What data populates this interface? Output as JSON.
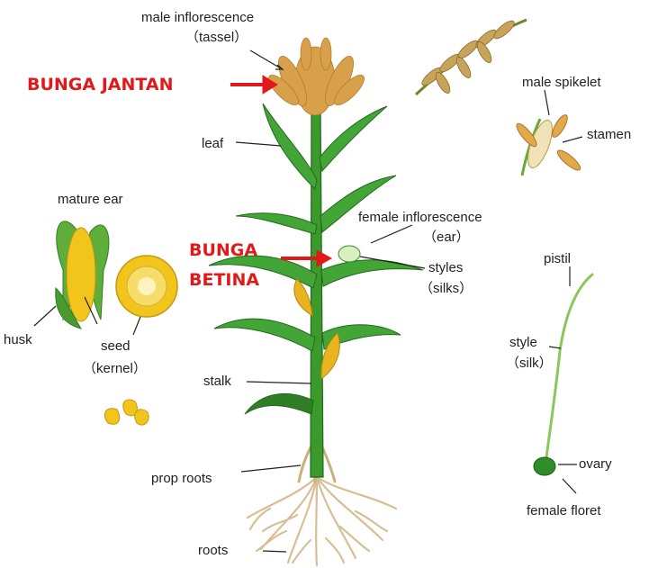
{
  "labels": {
    "male_inflorescence": "male inflorescence",
    "tassel": "（tassel）",
    "bunga_jantan": "BUNGA JANTAN",
    "leaf": "leaf",
    "male_spikelet": "male spikelet",
    "stamen": "stamen",
    "mature_ear": "mature ear",
    "female_inflorescence": "female inflorescence",
    "ear": "（ear）",
    "bunga": "BUNGA",
    "betina": "BETINA",
    "styles": "styles",
    "silks": "（silks）",
    "pistil": "pistil",
    "husk": "husk",
    "seed": "seed",
    "kernel": "（kernel）",
    "style": "style",
    "silk": "（silk）",
    "stalk": "stalk",
    "ovary": "ovary",
    "prop_roots": "prop roots",
    "female_floret": "female floret",
    "roots": "roots"
  },
  "colors": {
    "annotation_red": "#e01a1a",
    "leaf_green": "#3f9e2f",
    "dark_green": "#23691f",
    "tassel_orange": "#d8a04a",
    "kernel_yellow": "#f2c51d",
    "root_tan": "#d9c29a"
  }
}
